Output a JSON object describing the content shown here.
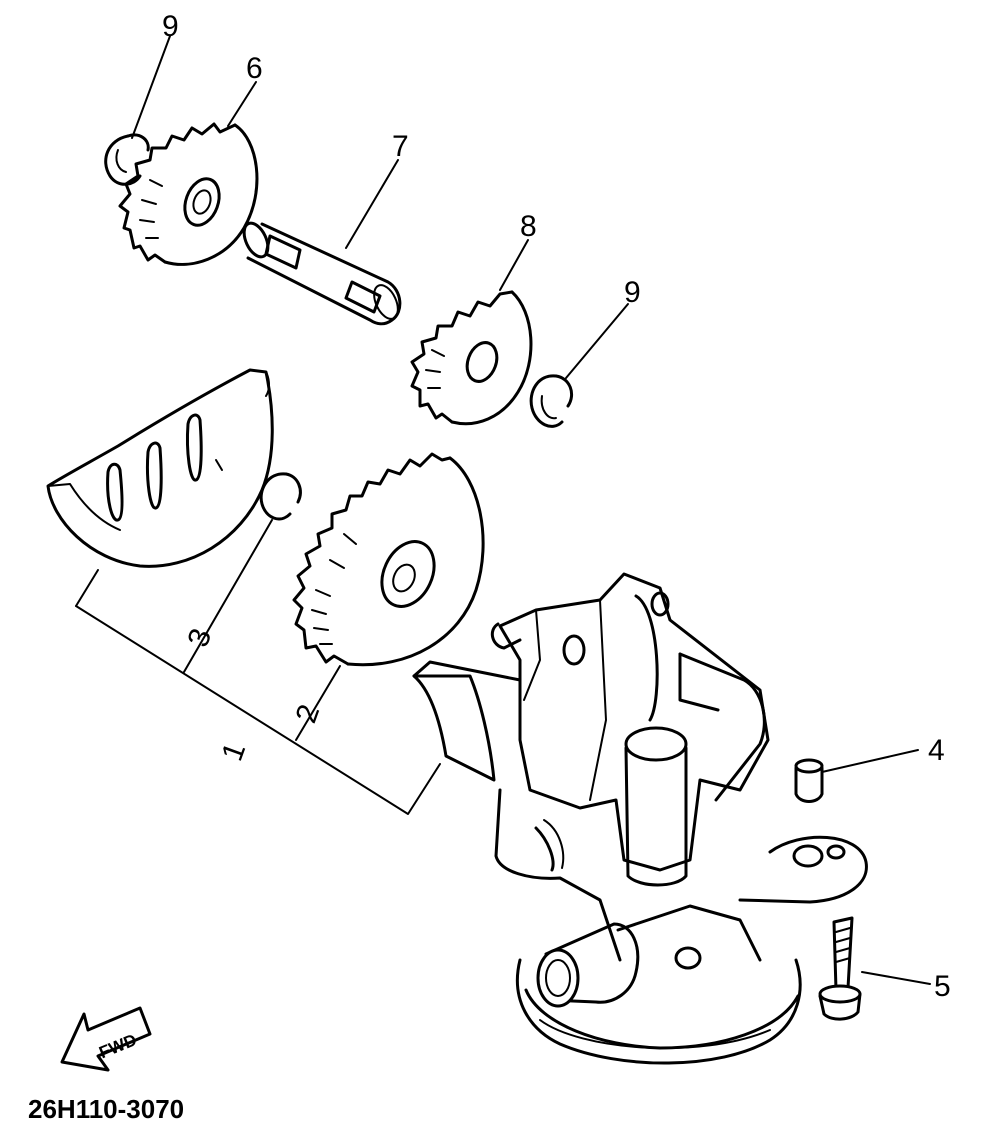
{
  "diagram": {
    "part_code": "26H110-3070",
    "fwd_label": "FWD",
    "callouts": {
      "c1": "1",
      "c2": "2",
      "c3": "3",
      "c4": "4",
      "c5": "5",
      "c6": "6",
      "c7": "7",
      "c8": "8",
      "c9a": "9",
      "c9b": "9"
    }
  }
}
